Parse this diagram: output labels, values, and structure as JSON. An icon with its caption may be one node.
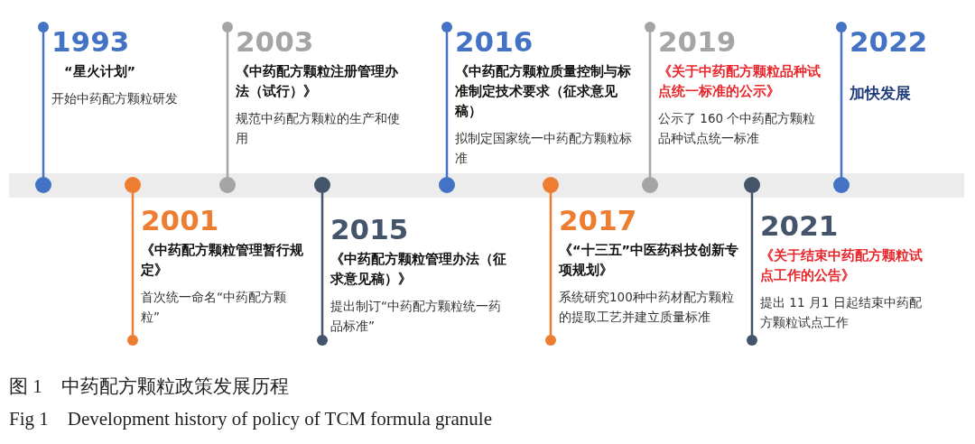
{
  "diagram": {
    "caption": "图 1　中药配方颗粒政策发展历程",
    "nodes": [
      {
        "text": [
          "1993",
          "“星火计划”",
          "开始中药配方颗粒研发"
        ]
      },
      {
        "text": [
          "2001",
          "《中药配方颗粒管理暂行规定》",
          "首次统一命名“中药配方颗粒”"
        ]
      },
      {
        "text": [
          "2003",
          "《中药配方颗粒注册管理办法（试行）》",
          "规范中药配方颗粒的生产和使用"
        ]
      },
      {
        "text": [
          "2015",
          "《中药配方颗粒管理办法（征求意见稿）》",
          "提出制订“中药配方颗粒统一药品标准”"
        ]
      },
      {
        "text": [
          "2016",
          "《中药配方颗粒质量控制与标准制定技术要求（征求意见稿）",
          "拟制定国家统一中药配方颗粒标准"
        ]
      },
      {
        "text": [
          "2017",
          "《“十三五”中医药科技创新专项规划》",
          "系统研究100种中药材配方颗粒的提取工艺并建立质量标准"
        ]
      },
      {
        "text": [
          "2019",
          "《关于中药配方颗粒品种试点统一标准的公示》",
          "公示了 160 个中药配方颗粒品种试点统一标准"
        ]
      },
      {
        "text": [
          "2021",
          "《关于结束中药配方颗粒试点工作的公告》",
          "提出 11 月1 日起结束中药配方颗粒试点工作"
        ]
      },
      {
        "text": [
          "2022",
          "加快发展"
        ]
      }
    ],
    "edges": [],
    "labels": [
      "Fig 1　Development history of policy of TCM formula granule"
    ]
  }
}
